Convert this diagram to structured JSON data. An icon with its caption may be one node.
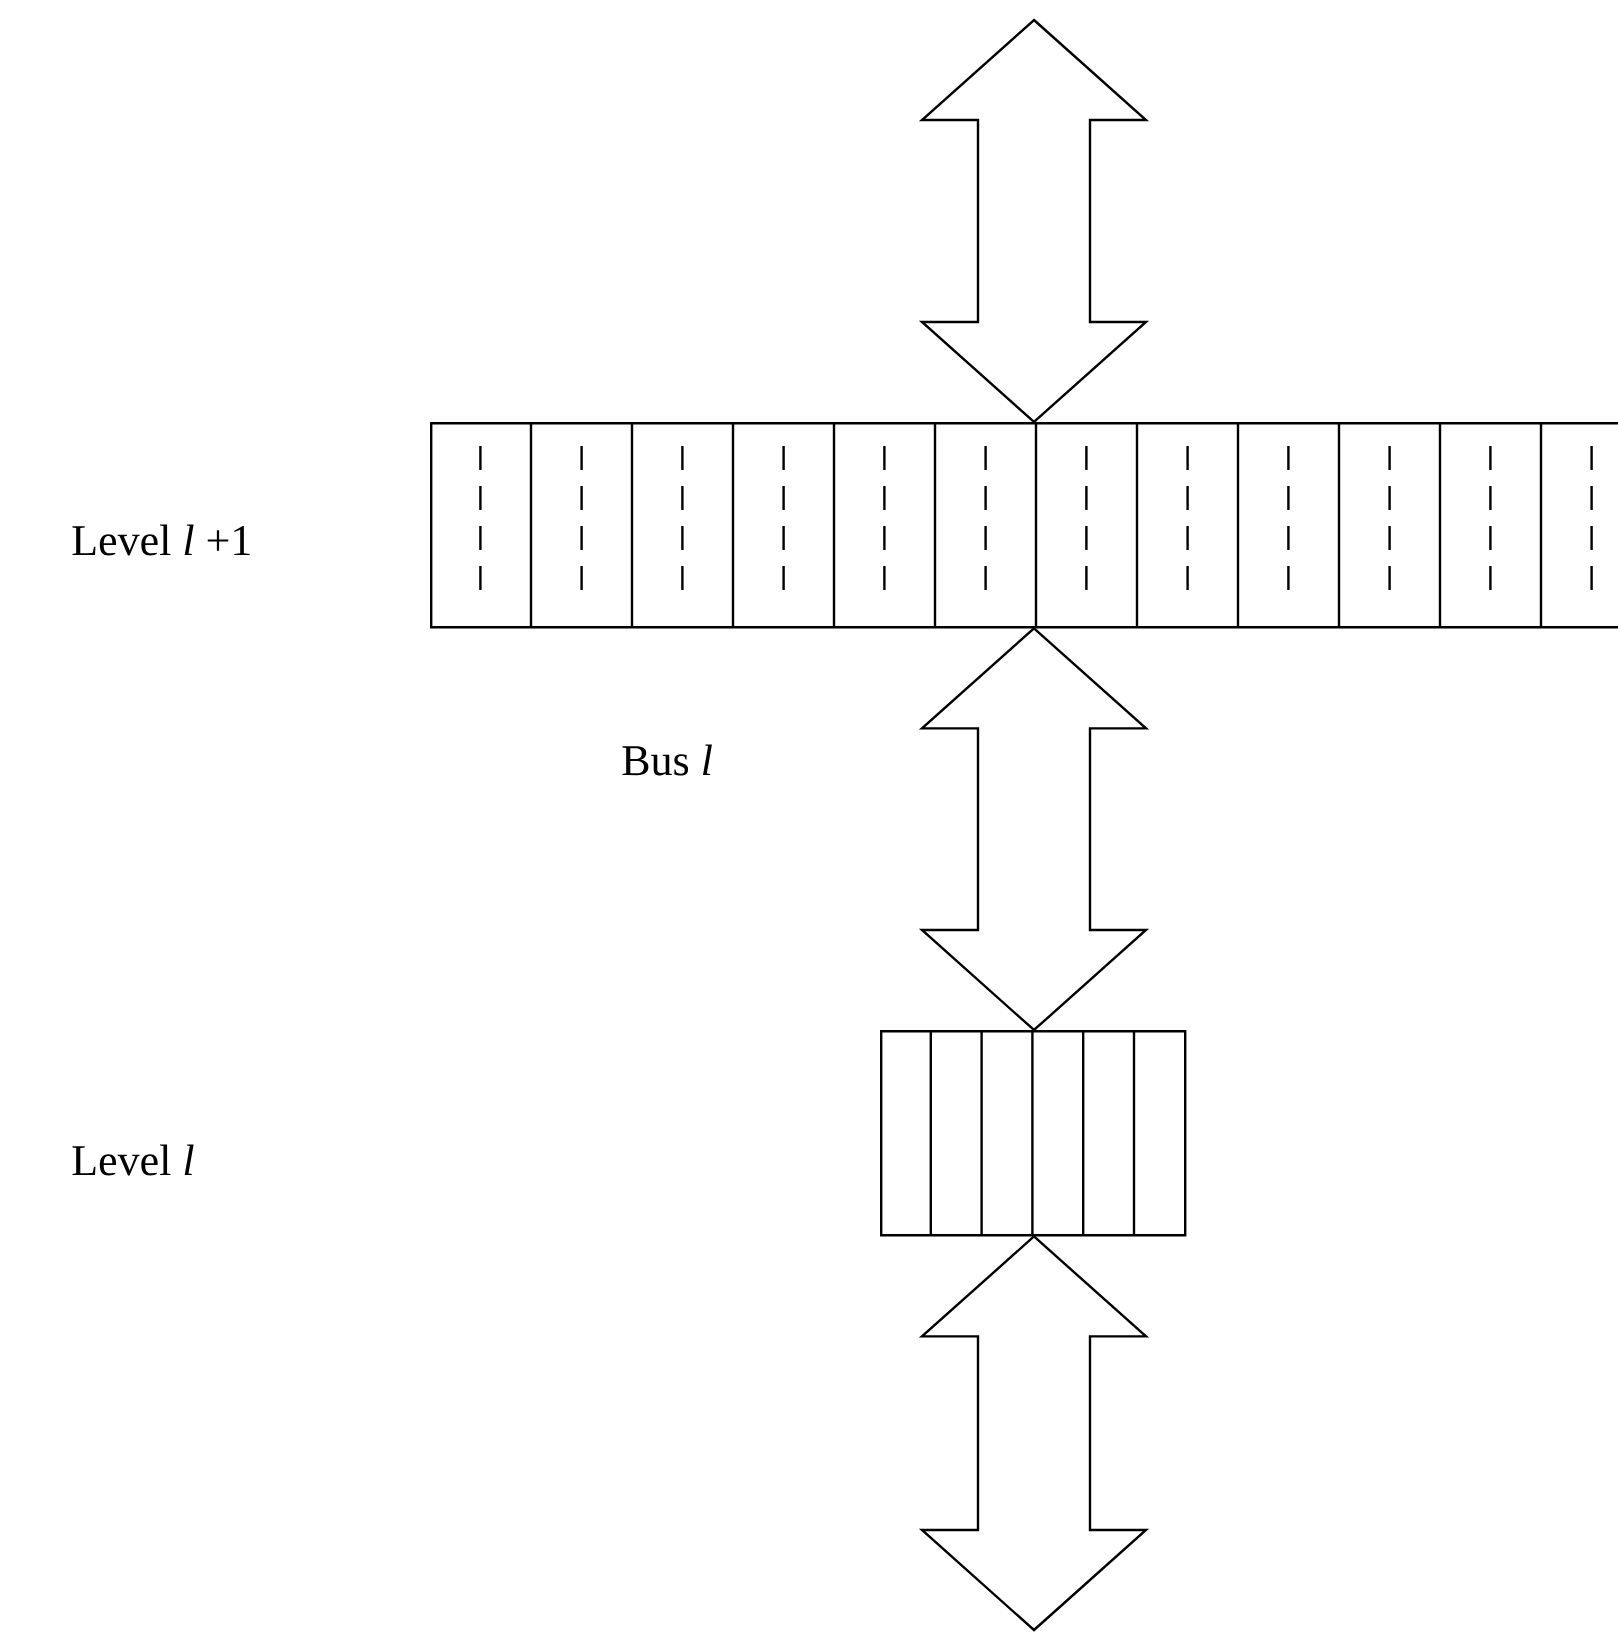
{
  "diagram": {
    "nodes": [
      {
        "text": [],
        "shape": "box"
      },
      {
        "text": [],
        "shape": "box"
      }
    ],
    "edges": [
      {
        "from": null,
        "to": 0,
        "arrow": "both"
      },
      {
        "from": 0,
        "to": 1,
        "arrow": "both"
      },
      {
        "from": 1,
        "to": null,
        "arrow": "both"
      }
    ],
    "labels": [
      "Level *l* +1",
      "Bus *l*",
      "Level *l*"
    ]
  }
}
